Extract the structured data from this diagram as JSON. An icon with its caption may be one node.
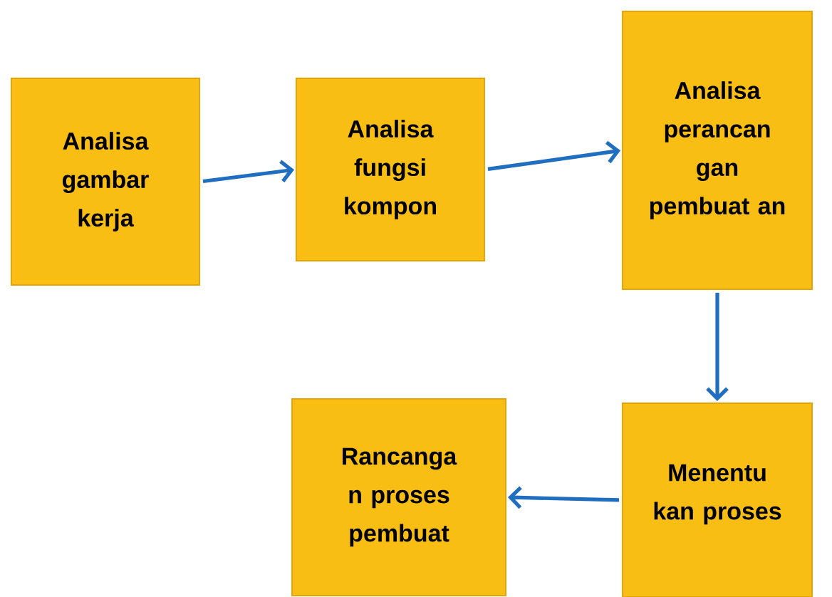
{
  "diagram": {
    "nodes": [
      {
        "text": [
          "Analisa gambar kerja"
        ]
      },
      {
        "text": [
          "Analisa fungsi kompon"
        ]
      },
      {
        "text": [
          "Analisa perancan gan pembuat an"
        ]
      },
      {
        "text": [
          "Menentu kan proses"
        ]
      },
      {
        "text": [
          "Rancanga n proses pembuat"
        ]
      }
    ],
    "edges": [
      {
        "from": 0,
        "to": 1,
        "arrow": "to"
      },
      {
        "from": 1,
        "to": 2,
        "arrow": "to"
      },
      {
        "from": 2,
        "to": 3,
        "arrow": "to"
      },
      {
        "from": 3,
        "to": 4,
        "arrow": "to"
      }
    ]
  }
}
